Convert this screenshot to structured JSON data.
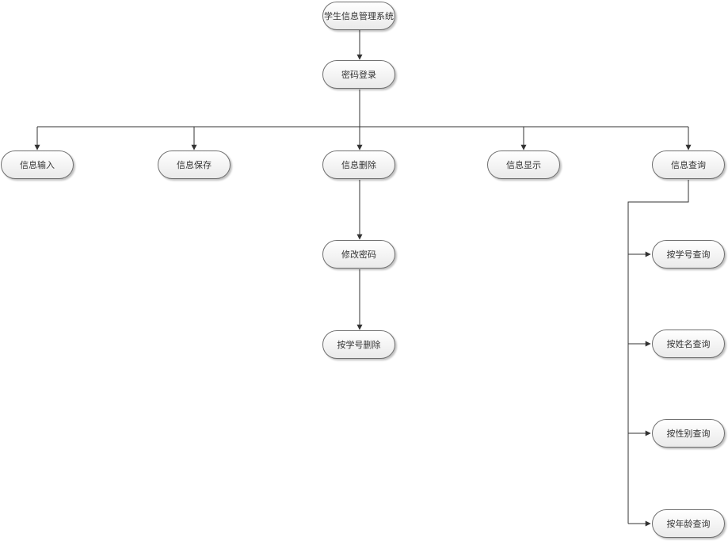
{
  "diagram": {
    "root": "学生信息管理系统",
    "login": "密码登录",
    "info_input": "信息输入",
    "info_save": "信息保存",
    "info_delete": "信息删除",
    "info_display": "信息显示",
    "info_query": "信息查询",
    "change_password": "修改密码",
    "delete_by_id": "按学号删除",
    "query_by_id": "按学号查询",
    "query_by_name": "按姓名查询",
    "query_by_gender": "按性别查询",
    "query_by_age": "按年龄查询"
  },
  "colors": {
    "connector": "#333333",
    "node_border": "#6f6f6f",
    "node_fill_top": "#ffffff",
    "node_fill_bottom": "#eaeaea"
  }
}
